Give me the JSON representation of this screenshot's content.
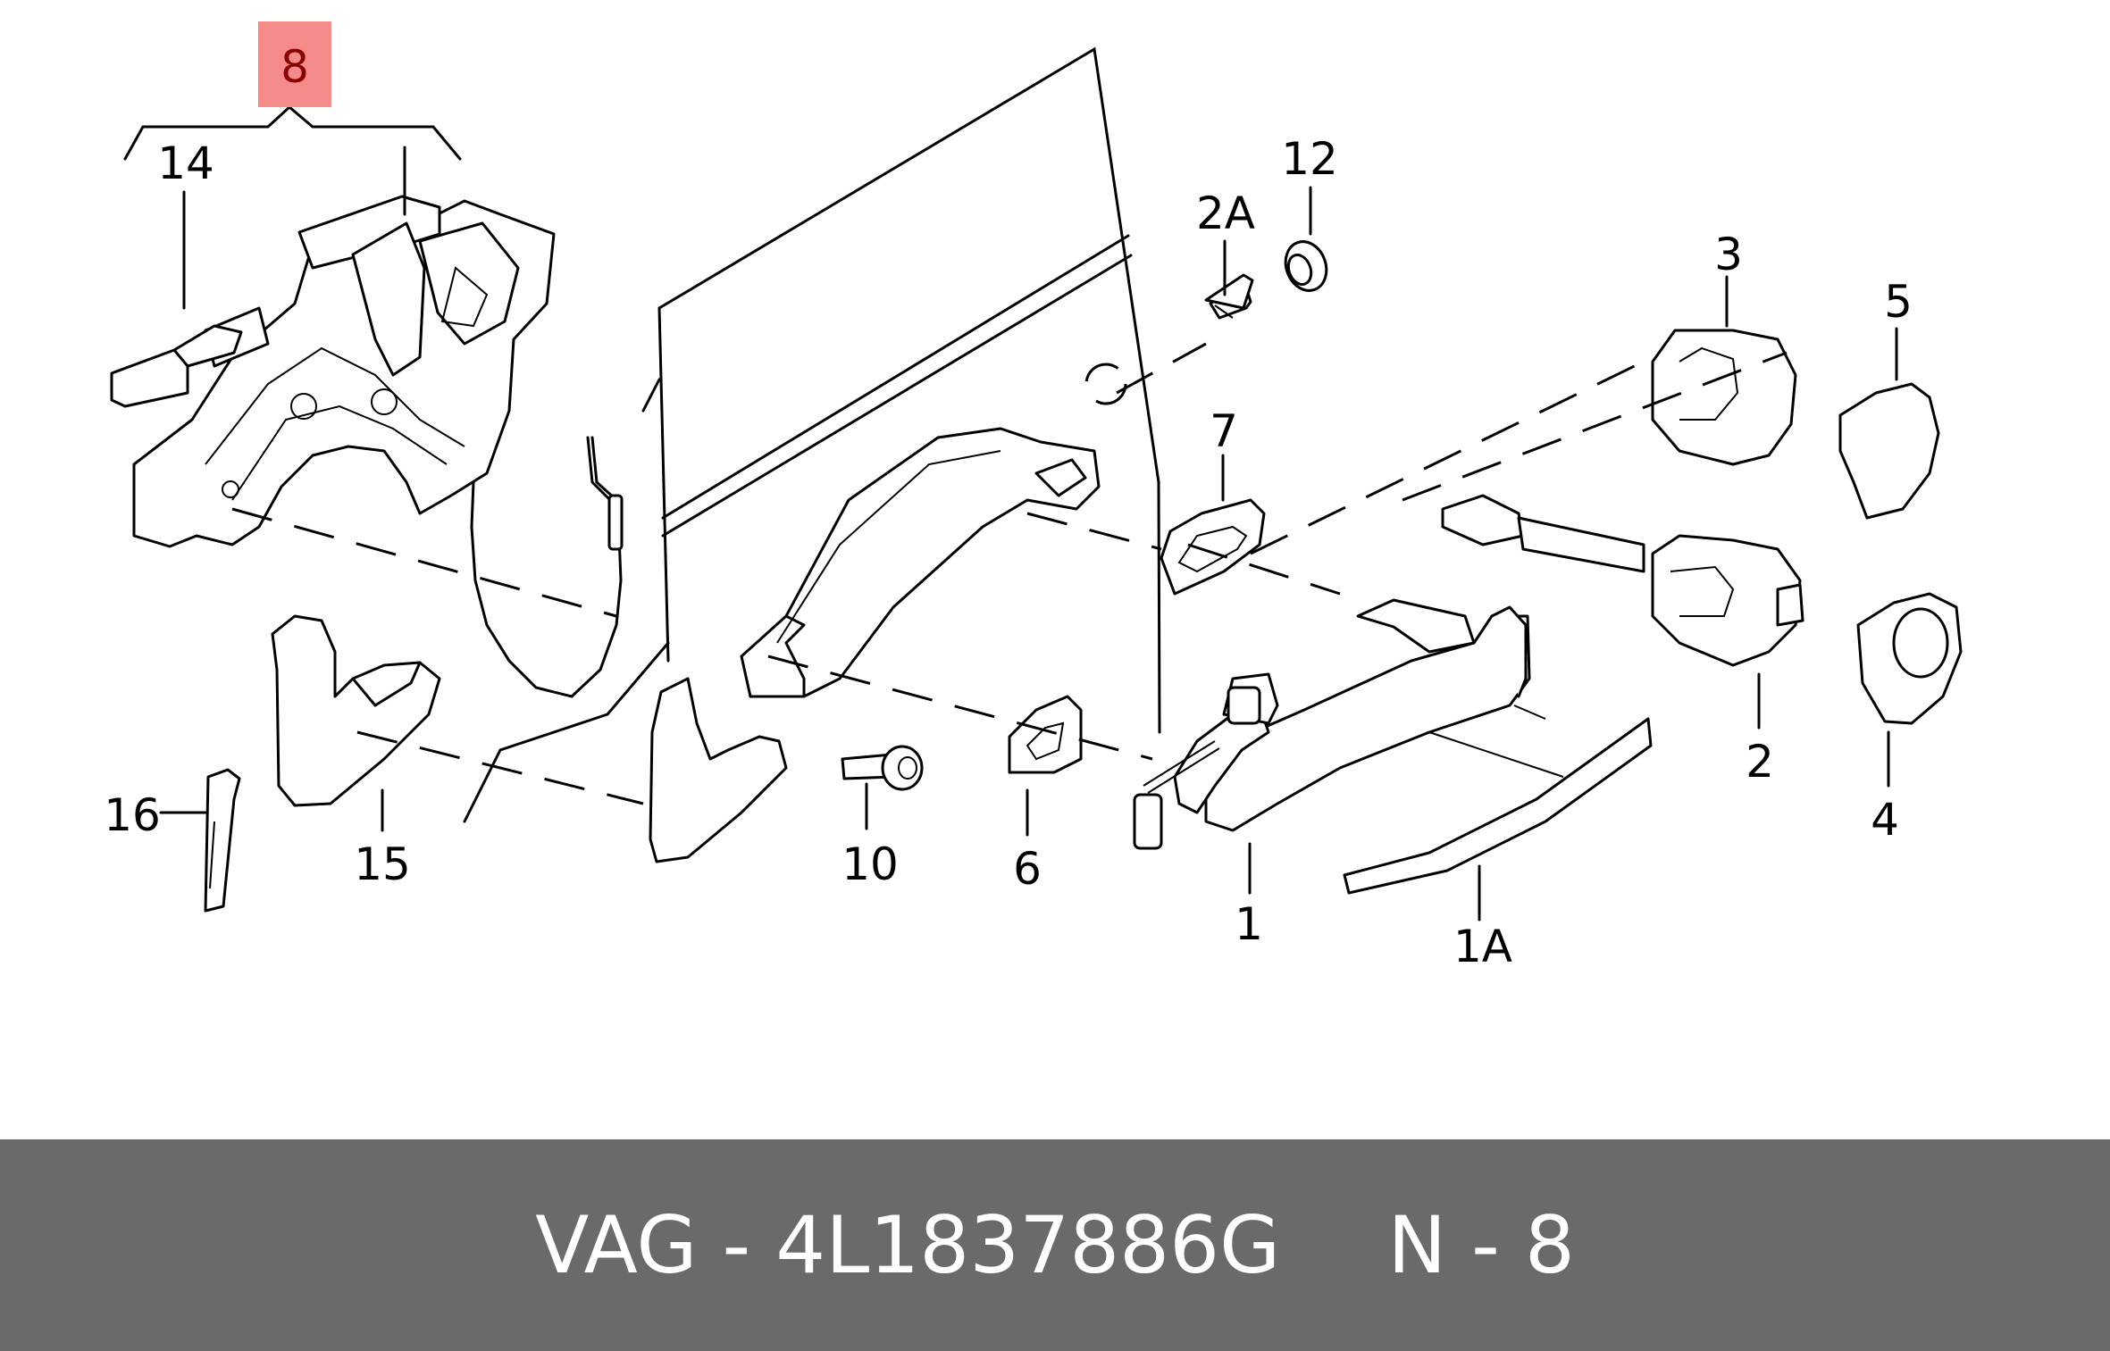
{
  "diagram": {
    "highlight_color": "#f48a8a",
    "callouts": [
      {
        "id": "8",
        "text": "8",
        "highlighted": true
      },
      {
        "id": "14",
        "text": "14"
      },
      {
        "id": "12",
        "text": "12"
      },
      {
        "id": "2A",
        "text": "2A"
      },
      {
        "id": "3",
        "text": "3"
      },
      {
        "id": "5",
        "text": "5"
      },
      {
        "id": "7",
        "text": "7"
      },
      {
        "id": "16",
        "text": "16"
      },
      {
        "id": "15",
        "text": "15"
      },
      {
        "id": "10",
        "text": "10"
      },
      {
        "id": "6",
        "text": "6"
      },
      {
        "id": "1",
        "text": "1"
      },
      {
        "id": "1A",
        "text": "1A"
      },
      {
        "id": "2",
        "text": "2"
      },
      {
        "id": "4",
        "text": "4"
      }
    ]
  },
  "footer": {
    "part_text": "VAG - 4L1837886G",
    "position_text": "N - 8",
    "background": "#6a6a6a"
  }
}
